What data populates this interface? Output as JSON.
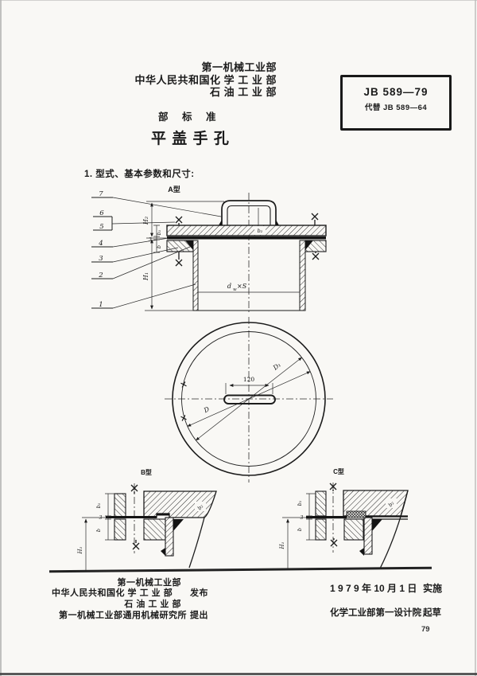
{
  "colors": {
    "ink": "#1b1b1b",
    "paper": "#f9f8f5"
  },
  "doc": {
    "header": {
      "ministry_1": "第一机械工业部",
      "ministry_2": "中华人民共和国化 学 工 业 部",
      "ministry_3": "石 油 工 业 部",
      "standard_type": "部 标 准",
      "title": "平 盖 手 孔"
    },
    "standard_box": {
      "number": "JB 589—79",
      "replaces": "代替 JB 589—64"
    },
    "section_heading": "1. 型式、基本参数和尺寸:",
    "footer": {
      "publisher_1": "第一机械工业部",
      "publisher_2": "中华人民共和国化 学 工 业 部",
      "publish_verb": "发布",
      "publisher_3": "石 油 工 业 部",
      "proposer": "第一机械工业部通用机械研究所",
      "propose_verb": "提出",
      "implement_date": "1 9 7 9 年 10 月 1 日",
      "implement_verb": "实施",
      "drafter": "化学工业部第一设计院",
      "draft_verb": "起草",
      "page_number": "79"
    }
  },
  "drawings": {
    "type_a": {
      "label": "A型",
      "callout_7": "7",
      "callout_6": "6",
      "callout_5": "5",
      "callout_4": "4",
      "callout_3": "3",
      "callout_2": "2",
      "callout_1": "1",
      "dim_h2": "H₂",
      "dim_h1": "H₁",
      "dim_b1": "b₁",
      "dim_gasket": "3",
      "dim_b": "b",
      "dim_b2": "b₂",
      "dim_neck_d": "d",
      "dim_neck_sub": "w",
      "dim_neck_s": "×S"
    },
    "plan": {
      "dim_handle_len": "120",
      "dim_d": "D",
      "dim_d1": "D₁"
    },
    "type_b": {
      "label": "B型",
      "dim_b1": "b₁",
      "dim_gasket": "3",
      "dim_b": "b",
      "dim_b2": "b₂",
      "dim_h1": "H₁"
    },
    "type_c": {
      "label": "C型",
      "dim_b1": "b₁",
      "dim_gasket": "3",
      "dim_b": "b",
      "dim_b2": "b₂",
      "dim_h1": "H₁"
    }
  }
}
